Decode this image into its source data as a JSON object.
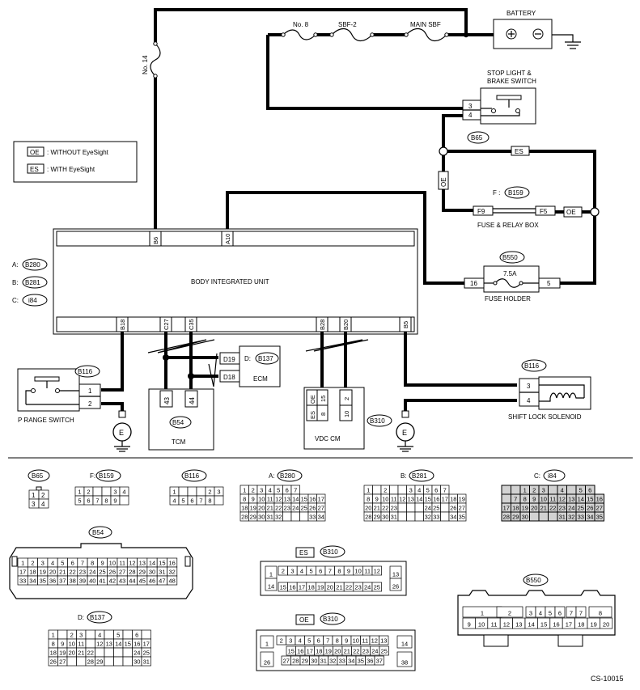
{
  "diagram": {
    "figure_id": "CS-10015",
    "battery_label": "BATTERY",
    "fuses": {
      "no14": "No. 14",
      "no8": "No. 8",
      "sbf2": "SBF-2",
      "main_sbf": "MAIN SBF",
      "amp": "7.5A"
    },
    "stop_light_label": [
      "STOP LIGHT &",
      "BRAKE SWITCH"
    ],
    "fuse_relay_box_label": "FUSE & RELAY BOX",
    "fuse_holder_label": "FUSE HOLDER",
    "biu_label": "BODY INTEGRATED UNIT",
    "p_range_label": "P RANGE SWITCH",
    "tcm_label": "TCM",
    "ecm_label": "ECM",
    "vdc_label": "VDC CM",
    "shift_lock_label": "SHIFT LOCK SOLENOID",
    "ground_symbol": "E",
    "legend": [
      {
        "tag": "OE",
        "text": ": WITHOUT EyeSight"
      },
      {
        "tag": "ES",
        "text": ": WITH EyeSight"
      }
    ],
    "biu_connectors": [
      {
        "prefix": "A:",
        "id": "B280"
      },
      {
        "prefix": "B:",
        "id": "B281"
      },
      {
        "prefix": "C:",
        "id": "i84"
      }
    ],
    "connector_ids": {
      "b65": "B65",
      "b159": "B159",
      "f_prefix": "F :",
      "b550": "B550",
      "b116": "B116",
      "b137": "B137",
      "d_prefix": "D:",
      "b54": "B54",
      "b310": "B310",
      "es": "ES",
      "oe": "OE"
    },
    "pins": {
      "b6": "B6",
      "a10": "A10",
      "b18": "B18",
      "c27": "C27",
      "c35": "C35",
      "b28": "B28",
      "b20": "B20",
      "b5": "B5",
      "d19": "D19",
      "d18": "D18",
      "f9": "F9",
      "f5": "F5",
      "p16": "16",
      "p5": "5",
      "sw3": "3",
      "sw4": "4",
      "pr1": "1",
      "pr2": "2",
      "sl3": "3",
      "sl4": "4",
      "t43": "43",
      "t44": "44",
      "v15": "15",
      "v8": "8",
      "v2": "2",
      "v10": "10"
    },
    "views": {
      "b65_title": "B65",
      "b159_title": "B159",
      "b159_prefix": "F:",
      "b116_title": "B116",
      "b280_title": "B280",
      "b280_prefix": "A:",
      "b281_title": "B281",
      "b281_prefix": "B:",
      "i84_title": "i84",
      "i84_prefix": "C:",
      "b54_title": "B54",
      "b137_title": "B137",
      "b137_prefix": "D:",
      "b310_title": "B310",
      "b550_title": "B550"
    }
  }
}
